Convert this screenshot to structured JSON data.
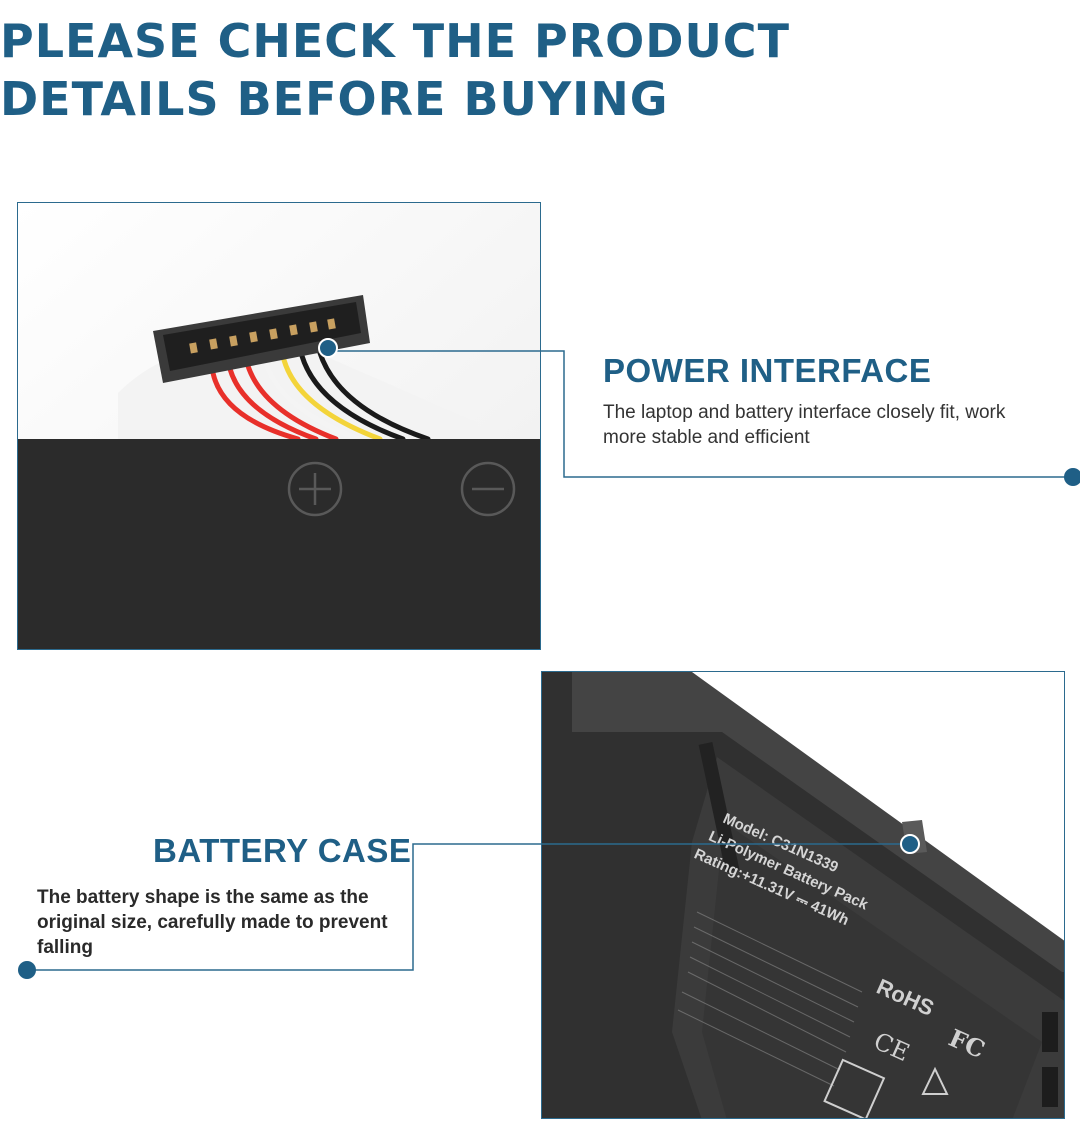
{
  "headline": {
    "line1": "PLEASE CHECK THE PRODUCT",
    "line2": "DETAILS BEFORE BUYING"
  },
  "power_interface": {
    "title": "POWER INTERFACE",
    "description": "The laptop and battery interface closely fit, work more stable and efficient"
  },
  "battery_case": {
    "title": "BATTERY CASE",
    "description": "The battery  shape is  the  same as the original size, carefully made to prevent falling"
  },
  "battery_label": {
    "model": "Model: C31N1339",
    "type": "Li-Polymer Battery Pack",
    "rating": "Rating:+11.31V ⎓ 41Wh",
    "rohs": "RoHS",
    "ce": "CE",
    "fc": "FC"
  },
  "colors": {
    "accent": "#1f5f86",
    "battery_body": "#2b2b2b",
    "wire_colors": [
      "#e8302a",
      "#e8302a",
      "#e8302a",
      "#ffffff",
      "#f3d43a",
      "#111111",
      "#111111"
    ]
  }
}
